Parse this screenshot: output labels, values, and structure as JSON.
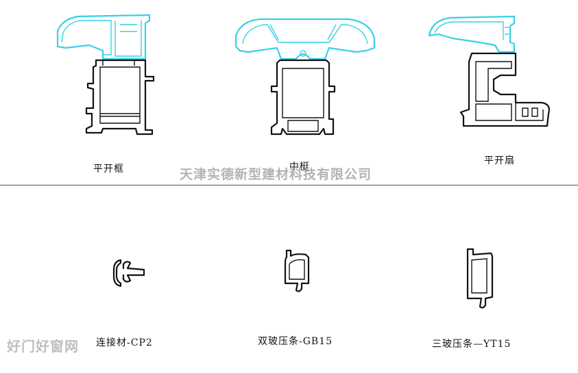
{
  "captions": {
    "casement_frame": "平开框",
    "mullion": "中梃",
    "casement_sash": "平开扇",
    "connector": "连接材-CP2",
    "double_bead": "双玻压条-GB15",
    "triple_bead": "三玻压条—YT15"
  },
  "watermarks": {
    "company": "天津实德新型建材科技有限公司",
    "site": "好门好窗网"
  },
  "colors": {
    "profile": "#111111",
    "gasket": "#37d0e6",
    "divider": "#555555"
  }
}
